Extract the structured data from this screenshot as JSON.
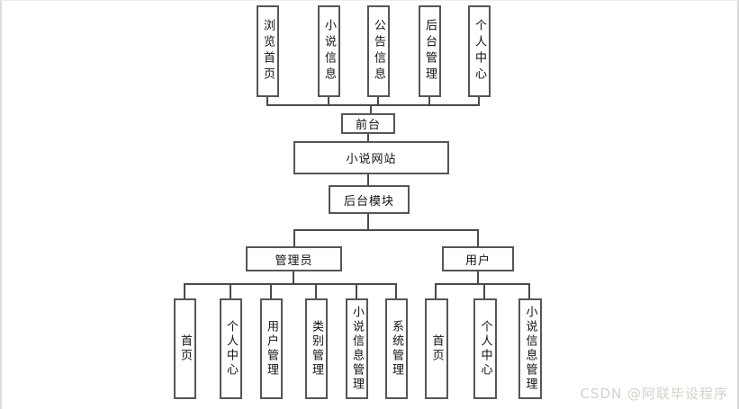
{
  "diagram": {
    "top_row": [
      "浏览首页",
      "小说信息",
      "公告信息",
      "后台管理",
      "个人中心"
    ],
    "frontend": "前台",
    "root": "小说网站",
    "backend": "后台模块",
    "admin": "管理员",
    "user": "用户",
    "admin_children": [
      "首页",
      "个人中心",
      "用户管理",
      "类别管理",
      "小说信息管理",
      "系统管理"
    ],
    "user_children": [
      "首页",
      "个人中心",
      "小说信息管理"
    ]
  },
  "watermark": "CSDN @阿联毕设程序"
}
